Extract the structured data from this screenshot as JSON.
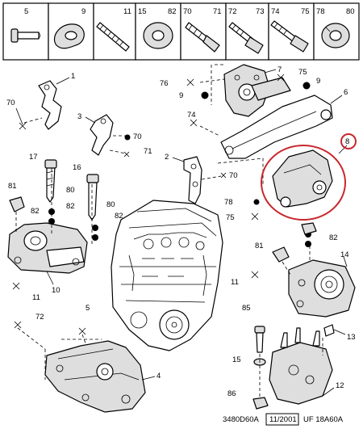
{
  "parts_bar": [
    {
      "num": "5"
    },
    {
      "num": "9"
    },
    {
      "num": "11"
    },
    {
      "num": "15",
      "num2": "82"
    },
    {
      "num": "70",
      "num2": "71"
    },
    {
      "num": "72",
      "num2": "73"
    },
    {
      "num": "74",
      "num2": "75"
    },
    {
      "num": "78",
      "num2": "80"
    }
  ],
  "callouts": {
    "c1": "1",
    "c2": "2",
    "c3": "3",
    "c4": "4",
    "c5": "5",
    "c6": "6",
    "c7": "7",
    "c8": "8",
    "c9a": "9",
    "c9b": "9",
    "c10": "10",
    "c11a": "11",
    "c11b": "11",
    "c12": "12",
    "c13": "13",
    "c14": "14",
    "c15": "15",
    "c16": "16",
    "c17": "17",
    "c70a": "70",
    "c70b": "70",
    "c70c": "70",
    "c71": "71",
    "c72": "72",
    "c74": "74",
    "c75a": "75",
    "c75b": "75",
    "c76": "76",
    "c78": "78",
    "c80a": "80",
    "c80b": "80",
    "c81a": "81",
    "c81b": "81",
    "c82a": "82",
    "c82b": "82",
    "c82c": "82",
    "c82d": "82",
    "c85": "85",
    "c86": "86"
  },
  "highlight_color": "#c8282d",
  "footer": {
    "ref": "3480D60A",
    "date": "11/2001",
    "code": "UF 18A60A"
  }
}
